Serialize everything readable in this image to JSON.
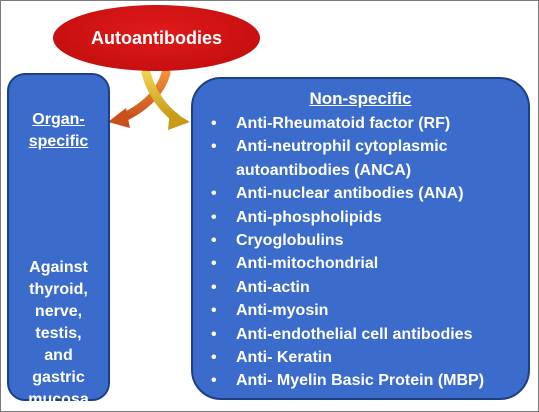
{
  "diagram": {
    "root_label": "Autoantibodies",
    "left_box": {
      "heading_line1": "Organ-",
      "heading_line2": "specific",
      "body_lines": [
        "Against",
        "thyroid,",
        "nerve,",
        "testis,",
        "and",
        "gastric",
        "mucosa"
      ]
    },
    "right_box": {
      "heading": "Non-specific",
      "bullet_char": "•",
      "items": [
        "Anti-Rheumatoid factor (RF)",
        "Anti-neutrophil cytoplasmic autoantibodies (ANCA)",
        "Anti-nuclear antibodies (ANA)",
        "Anti-phospholipids",
        "Cryoglobulins",
        "Anti-mitochondrial",
        "Anti-actin",
        "Anti-myosin",
        "Anti-endothelial cell antibodies",
        "Anti- Keratin",
        "Anti- Myelin Basic Protein (MBP)"
      ]
    },
    "colors": {
      "root_fill": "#c81010",
      "box_fill": "#3b6ccc",
      "box_border": "#1d3f86",
      "arrow_left": "#d8641c",
      "arrow_right": "#d4b020"
    }
  }
}
